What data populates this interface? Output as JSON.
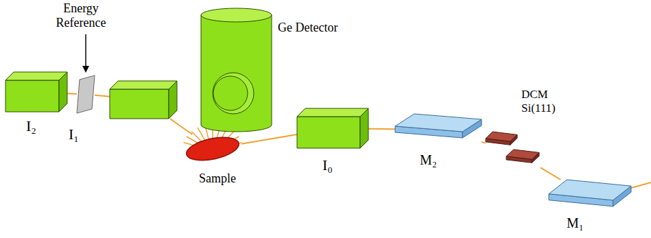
{
  "diagram": {
    "nodes": [
      {
        "text": [
          "I₂"
        ]
      },
      {
        "text": [
          "Energy Reference"
        ]
      },
      {
        "text": [
          "I₁"
        ]
      },
      {
        "text": [
          "Ge Detector"
        ]
      },
      {
        "text": [
          "Sample"
        ]
      },
      {
        "text": [
          "I₀"
        ]
      },
      {
        "text": [
          "M₂"
        ]
      },
      {
        "text": [
          "DCM Si(111)"
        ]
      },
      {
        "text": [
          "M₁"
        ]
      }
    ],
    "edges": [
      {
        "from": 8,
        "to": 7,
        "arrow": "none"
      },
      {
        "from": 7,
        "to": 6,
        "arrow": "none"
      },
      {
        "from": 6,
        "to": 5,
        "arrow": "none"
      },
      {
        "from": 5,
        "to": 4,
        "arrow": "none"
      },
      {
        "from": 4,
        "to": 2,
        "arrow": "none"
      },
      {
        "from": 2,
        "to": 1,
        "arrow": "none"
      },
      {
        "from": 1,
        "to": 0,
        "arrow": "none"
      }
    ]
  }
}
